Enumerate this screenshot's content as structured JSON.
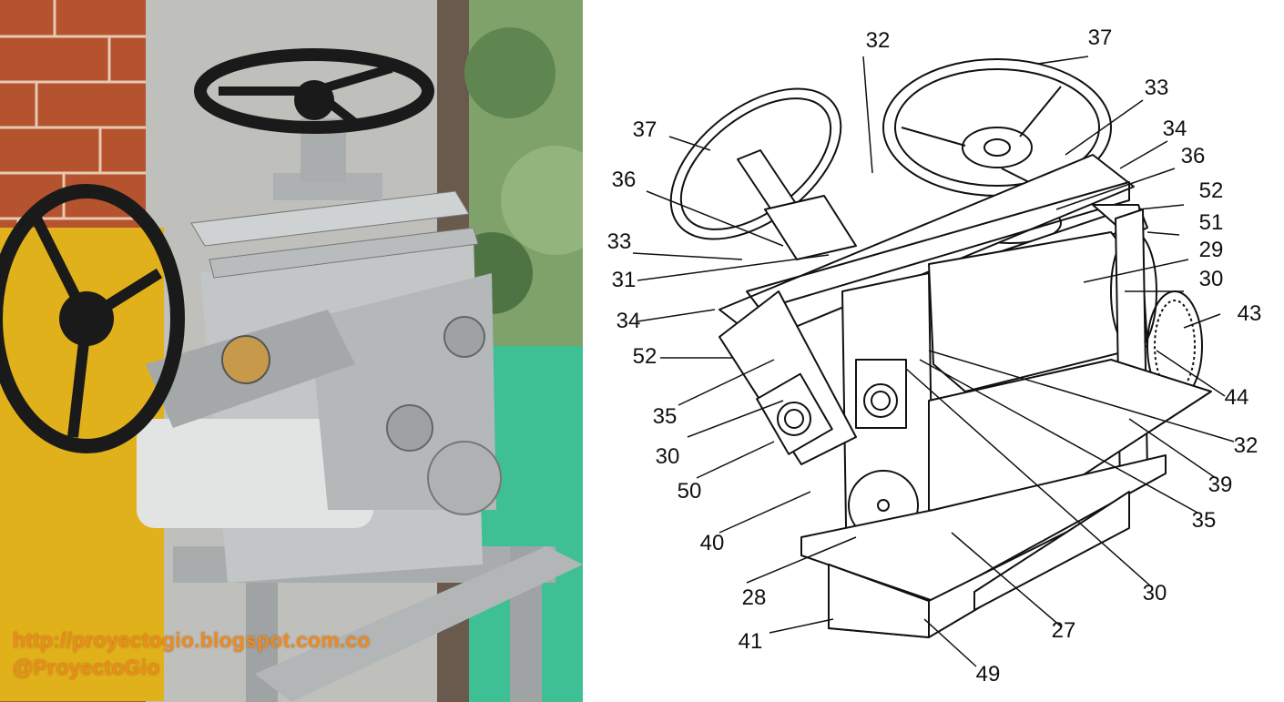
{
  "watermark": {
    "url": "http://proyectogio.blogspot.com.co",
    "handle": "@ProyectoGio"
  },
  "colors": {
    "watermark": "#ef8a1f",
    "brick": "#b5532f",
    "machine_yellow": "#e0b11a",
    "aluminum": "#b9bcbd",
    "wheel_black": "#1a1a1a",
    "line": "#111111"
  },
  "diagram": {
    "labels": [
      {
        "id": "l-32a",
        "text": "32"
      },
      {
        "id": "l-37a",
        "text": "37"
      },
      {
        "id": "l-37b",
        "text": "37"
      },
      {
        "id": "l-33a",
        "text": "33"
      },
      {
        "id": "l-34a",
        "text": "34"
      },
      {
        "id": "l-36a",
        "text": "36"
      },
      {
        "id": "l-36b",
        "text": "36"
      },
      {
        "id": "l-52a",
        "text": "52"
      },
      {
        "id": "l-51",
        "text": "51"
      },
      {
        "id": "l-29",
        "text": "29"
      },
      {
        "id": "l-30a",
        "text": "30"
      },
      {
        "id": "l-33b",
        "text": "33"
      },
      {
        "id": "l-31",
        "text": "31"
      },
      {
        "id": "l-34b",
        "text": "34"
      },
      {
        "id": "l-43",
        "text": "43"
      },
      {
        "id": "l-52b",
        "text": "52"
      },
      {
        "id": "l-44",
        "text": "44"
      },
      {
        "id": "l-35a",
        "text": "35"
      },
      {
        "id": "l-30b",
        "text": "30"
      },
      {
        "id": "l-32b",
        "text": "32"
      },
      {
        "id": "l-50",
        "text": "50"
      },
      {
        "id": "l-39",
        "text": "39"
      },
      {
        "id": "l-35b",
        "text": "35"
      },
      {
        "id": "l-40",
        "text": "40"
      },
      {
        "id": "l-30c",
        "text": "30"
      },
      {
        "id": "l-28",
        "text": "28"
      },
      {
        "id": "l-27",
        "text": "27"
      },
      {
        "id": "l-41",
        "text": "41"
      },
      {
        "id": "l-49",
        "text": "49"
      }
    ]
  }
}
